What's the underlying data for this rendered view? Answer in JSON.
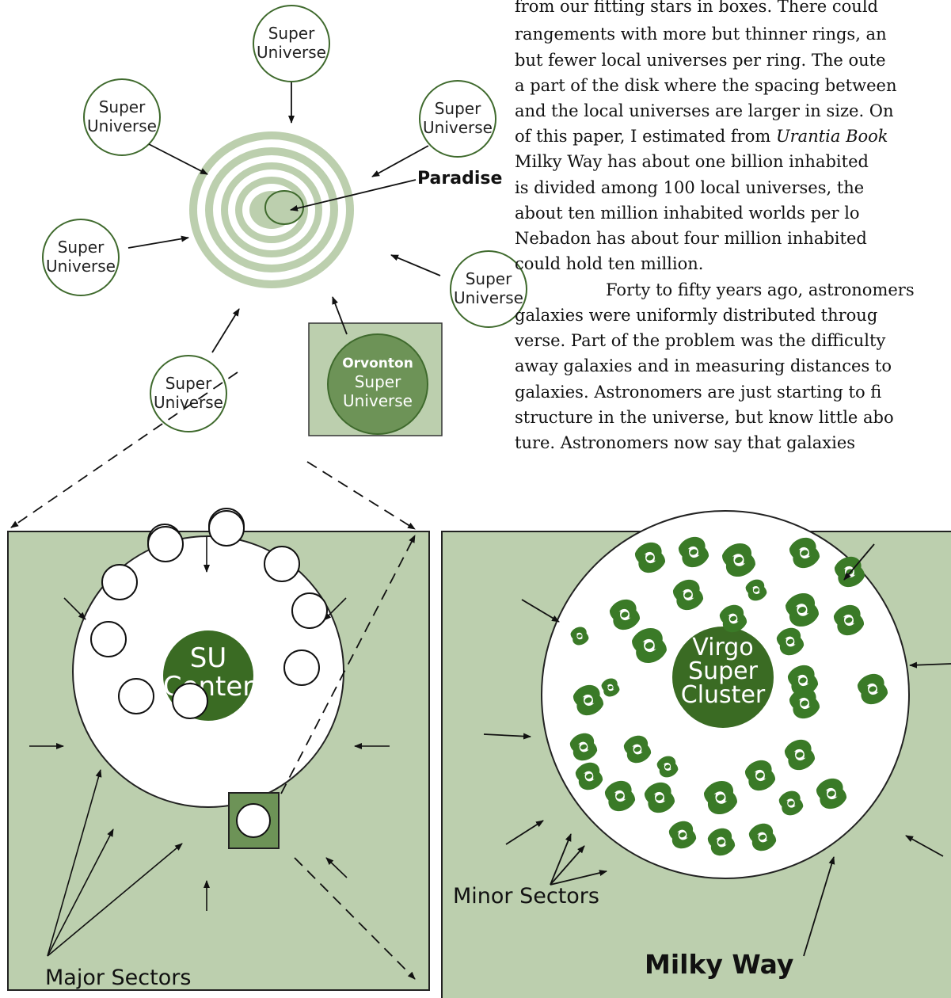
{
  "colors": {
    "light_green": "#bccfae",
    "mid_green": "#6d9357",
    "dark_green": "#3a6b23",
    "outline": "#3f6a2d",
    "ink": "#111111",
    "white": "#ffffff"
  },
  "diagram": {
    "super_universe_label": "Super\nUniverse",
    "paradise_label": "Paradise",
    "orvonton": {
      "bold": "Orvonton",
      "rest": "Super\nUniverse"
    },
    "su_center_label": "SU\nCenter",
    "virgo_label": "Virgo\nSuper\nCluster",
    "major_sectors_label": "Major Sectors",
    "minor_sectors_label": "Minor Sectors",
    "milky_way_label": "Milky Way"
  },
  "body_text": {
    "lines": [
      "from our fitting stars in boxes. There could",
      "rangements with more but thinner rings, an",
      "but fewer local universes per ring. The oute",
      "a part of the disk where the spacing between",
      "and the local universes are larger in size. On",
      "of this paper, I estimated from Urantia Book",
      "Milky Way has about one billion inhabited",
      "is divided among 100 local universes, the",
      "about ten million inhabited worlds per lo",
      "Nebadon has about four million inhabited",
      "could hold ten million.",
      "Forty to fifty years ago, astronomers",
      "galaxies were uniformly distributed throug",
      "verse. Part of the problem was the difficulty",
      "away galaxies and in measuring distances to",
      "galaxies. Astronomers are just starting to fi",
      "structure in the universe, but know little abo",
      "ture. Astronomers now say that galaxies"
    ]
  }
}
